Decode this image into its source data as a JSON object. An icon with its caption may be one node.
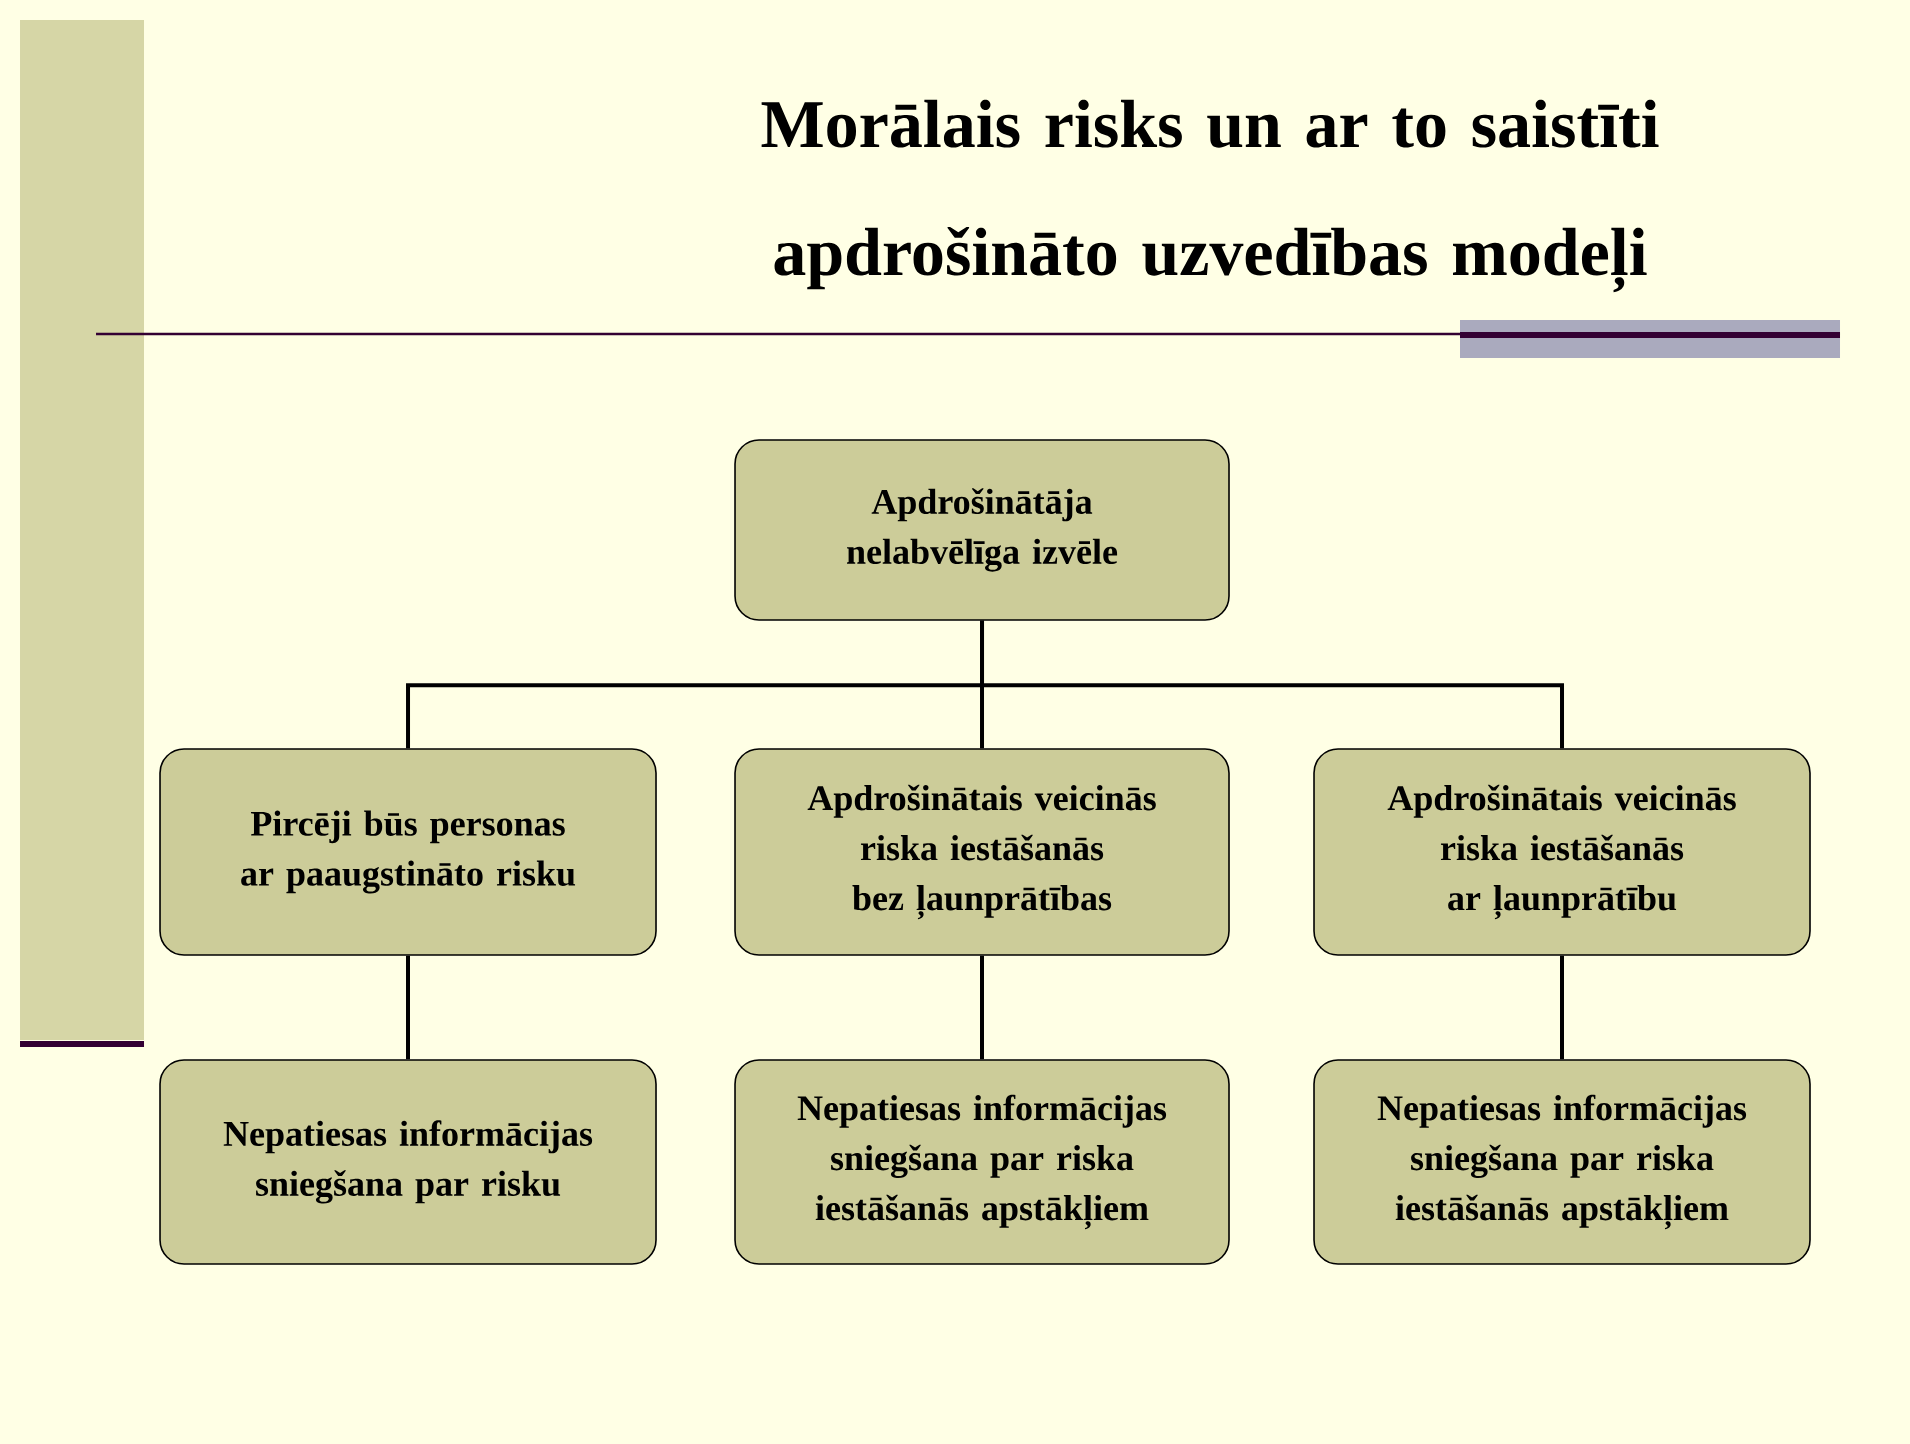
{
  "diagram": {
    "title": "Morālais risks un ar to saistīti apdrošināto uzvedības modeļi",
    "nodes": [
      {
        "text": [
          "Apdrošinātāja nelabvēlīga izvēle"
        ]
      },
      {
        "text": [
          "Pircēji būs personas ar paaugstināto risku"
        ]
      },
      {
        "text": [
          "Apdrošinātais veicinās riska iestāšanās bez ļaunprātības"
        ]
      },
      {
        "text": [
          "Apdrošinātais veicinās riska iestāšanās ar ļaunprātību"
        ]
      },
      {
        "text": [
          "Nepatiesas informācijas sniegšana par risku"
        ]
      },
      {
        "text": [
          "Nepatiesas informācijas sniegšana par riska iestāšanās apstākļiem"
        ]
      },
      {
        "text": [
          "Nepatiesas informācijas sniegšana par riska iestāšanās apstākļiem"
        ]
      }
    ],
    "edges": [
      {
        "from": 0,
        "to": 1,
        "arrow": "none"
      },
      {
        "from": 0,
        "to": 2,
        "arrow": "none"
      },
      {
        "from": 0,
        "to": 3,
        "arrow": "none"
      },
      {
        "from": 1,
        "to": 4,
        "arrow": "none"
      },
      {
        "from": 2,
        "to": 5,
        "arrow": "none"
      },
      {
        "from": 3,
        "to": 6,
        "arrow": "none"
      }
    ]
  }
}
